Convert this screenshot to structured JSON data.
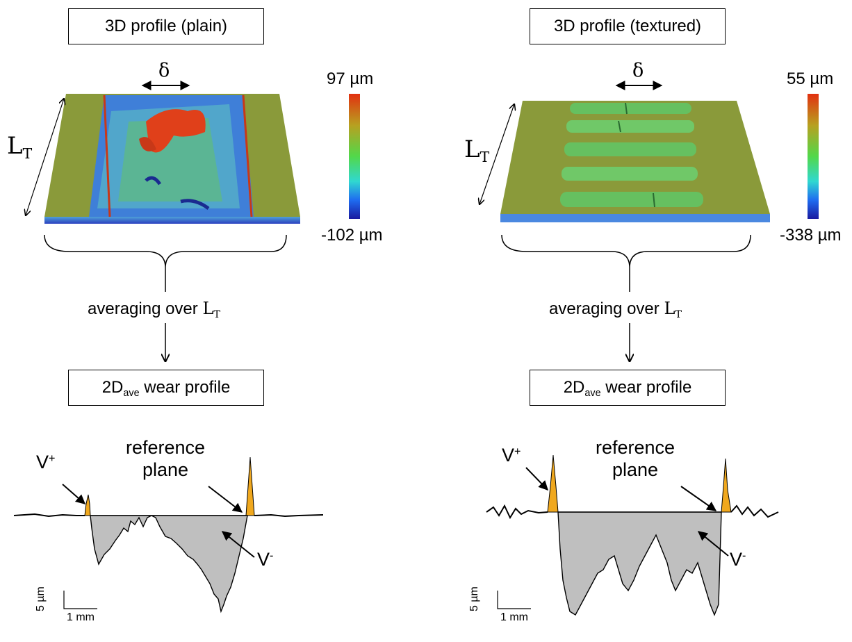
{
  "left": {
    "title": "3D profile (plain)",
    "delta": "δ",
    "lt_main": "L",
    "lt_sub": "T",
    "colorbar_max": "97 µm",
    "colorbar_min": "-102 µm",
    "averaging_text": "averaging over ",
    "averaging_sym": "L",
    "averaging_sub": "T",
    "result_main": "2D",
    "result_sub": "ave",
    "result_tail": " wear profile",
    "v_plus": "V",
    "v_plus_sup": "+",
    "v_minus": "V",
    "v_minus_sup": "-",
    "reference_line1": "reference",
    "reference_line2": "plane",
    "scale_y": "5 µm",
    "scale_x": "1 mm"
  },
  "right": {
    "title": "3D profile (textured)",
    "delta": "δ",
    "lt_main": "L",
    "lt_sub": "T",
    "colorbar_max": "55 µm",
    "colorbar_min": "-338 µm",
    "averaging_text": "averaging over ",
    "averaging_sym": "L",
    "averaging_sub": "T",
    "result_main": "2D",
    "result_sub": "ave",
    "result_tail": " wear profile",
    "v_plus": "V",
    "v_plus_sup": "+",
    "v_minus": "V",
    "v_minus_sup": "-",
    "reference_line1": "reference",
    "reference_line2": "plane",
    "scale_y": "5 µm",
    "scale_x": "1 mm"
  },
  "colors": {
    "fill_wear": "#bfbfbf",
    "fill_pileup": "#f0a81e",
    "surface_base": "#8a9a3a",
    "colorbar": [
      "#1a1aa0",
      "#1f6cf0",
      "#30d8d0",
      "#52d84a",
      "#c8a020",
      "#e23010"
    ]
  }
}
